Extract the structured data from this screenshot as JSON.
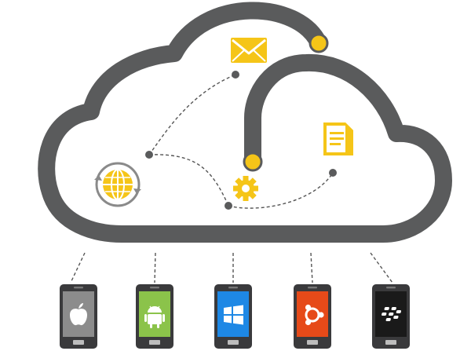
{
  "colors": {
    "cloud": "#5a5b5c",
    "accent": "#f5c518",
    "connector": "#555555",
    "phone_body": "#3a3a3c",
    "phone_button": "#bdbdbd",
    "screen_apple": "#8c8c8c",
    "screen_android": "#8bc34a",
    "screen_windows": "#1e88e5",
    "screen_ubuntu": "#e64a19",
    "screen_blackberry": "#1a1a1a"
  },
  "icons": [
    "envelope-icon",
    "document-icon",
    "globe-sync-icon",
    "gear-icon"
  ],
  "devices": [
    {
      "platform": "apple",
      "icon": "apple-logo-icon"
    },
    {
      "platform": "android",
      "icon": "android-robot-icon"
    },
    {
      "platform": "windows",
      "icon": "windows-logo-icon"
    },
    {
      "platform": "ubuntu",
      "icon": "ubuntu-logo-icon"
    },
    {
      "platform": "blackberry",
      "icon": "blackberry-logo-icon"
    }
  ]
}
